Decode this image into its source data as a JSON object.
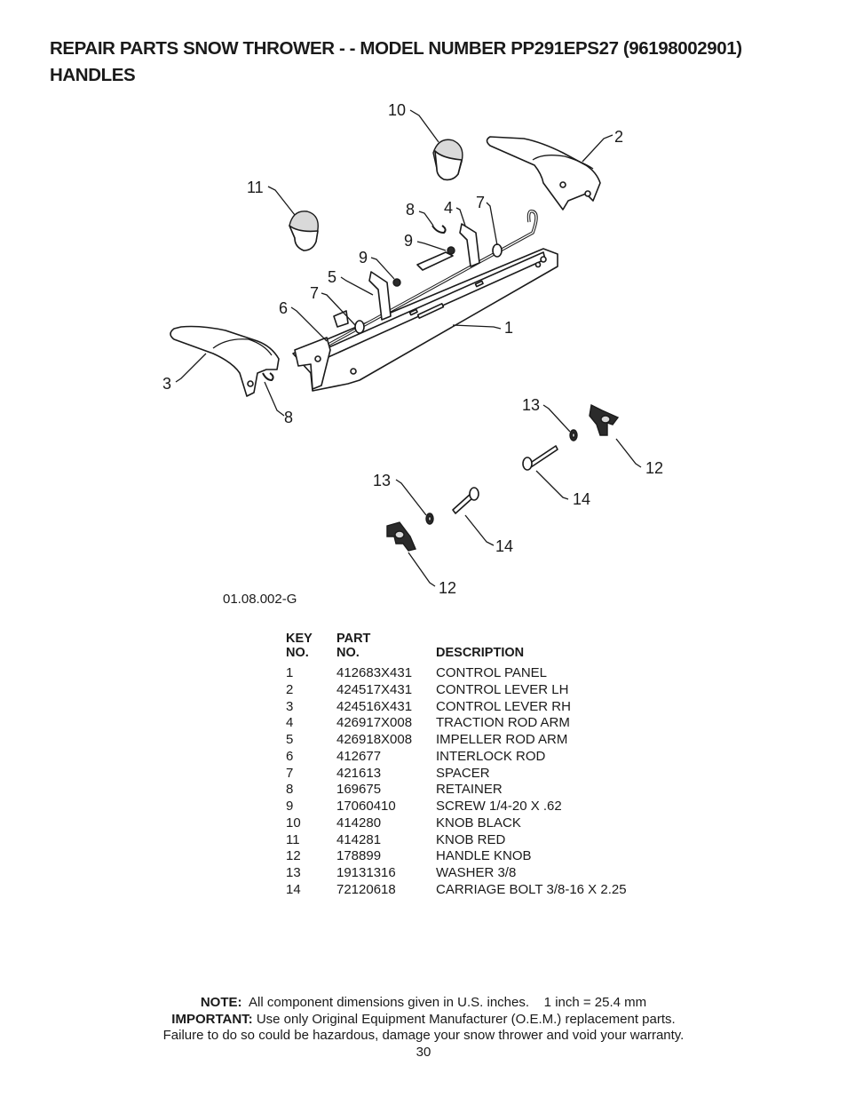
{
  "header": {
    "line1": "REPAIR PARTS SNOW THROWER - - MODEL NUMBER PP291EPS27 (96198002901)",
    "line2": "HANDLES"
  },
  "diagram": {
    "figure_ref": "01.08.002-G",
    "callouts": [
      {
        "id": "c10",
        "text": "10"
      },
      {
        "id": "c2",
        "text": "2"
      },
      {
        "id": "c11",
        "text": "11"
      },
      {
        "id": "c8a",
        "text": "8"
      },
      {
        "id": "c4",
        "text": "4"
      },
      {
        "id": "c7a",
        "text": "7"
      },
      {
        "id": "c9a",
        "text": "9"
      },
      {
        "id": "c9b",
        "text": "9"
      },
      {
        "id": "c5",
        "text": "5"
      },
      {
        "id": "c7b",
        "text": "7"
      },
      {
        "id": "c6",
        "text": "6"
      },
      {
        "id": "c1",
        "text": "1"
      },
      {
        "id": "c3",
        "text": "3"
      },
      {
        "id": "c8b",
        "text": "8"
      },
      {
        "id": "c13a",
        "text": "13"
      },
      {
        "id": "c12a",
        "text": "12"
      },
      {
        "id": "c13b",
        "text": "13"
      },
      {
        "id": "c14a",
        "text": "14"
      },
      {
        "id": "c14b",
        "text": "14"
      },
      {
        "id": "c12b",
        "text": "12"
      }
    ]
  },
  "parts_table": {
    "headers": {
      "key_top": "KEY",
      "key_bottom": "NO.",
      "part_top": "PART",
      "part_bottom": "NO.",
      "description": "DESCRIPTION"
    },
    "rows": [
      {
        "key": "1",
        "part": "412683X431",
        "description": "CONTROL PANEL"
      },
      {
        "key": "2",
        "part": "424517X431",
        "description": "CONTROL LEVER LH"
      },
      {
        "key": "3",
        "part": "424516X431",
        "description": "CONTROL LEVER RH"
      },
      {
        "key": "4",
        "part": "426917X008",
        "description": "TRACTION ROD ARM"
      },
      {
        "key": "5",
        "part": "426918X008",
        "description": "IMPELLER ROD ARM"
      },
      {
        "key": "6",
        "part": "412677",
        "description": "INTERLOCK ROD"
      },
      {
        "key": "7",
        "part": "421613",
        "description": "SPACER"
      },
      {
        "key": "8",
        "part": "169675",
        "description": "RETAINER"
      },
      {
        "key": "9",
        "part": "17060410",
        "description": "SCREW 1/4-20 X .62"
      },
      {
        "key": "10",
        "part": "414280",
        "description": "KNOB BLACK"
      },
      {
        "key": "11",
        "part": "414281",
        "description": "KNOB RED"
      },
      {
        "key": "12",
        "part": "178899",
        "description": "HANDLE KNOB"
      },
      {
        "key": "13",
        "part": "19131316",
        "description": "WASHER 3/8"
      },
      {
        "key": "14",
        "part": "72120618",
        "description": "CARRIAGE BOLT 3/8-16 X 2.25"
      }
    ]
  },
  "footer": {
    "note_label": "NOTE:",
    "note_text": "All component dimensions given in U.S. inches.    1 inch = 25.4 mm",
    "important_label": "IMPORTANT:",
    "important_text": "Use only Original Equipment Manufacturer (O.E.M.) replacement parts.",
    "warning_text": "Failure to do so could be hazardous, damage your snow thrower and void your warranty.",
    "page_number": "30"
  }
}
